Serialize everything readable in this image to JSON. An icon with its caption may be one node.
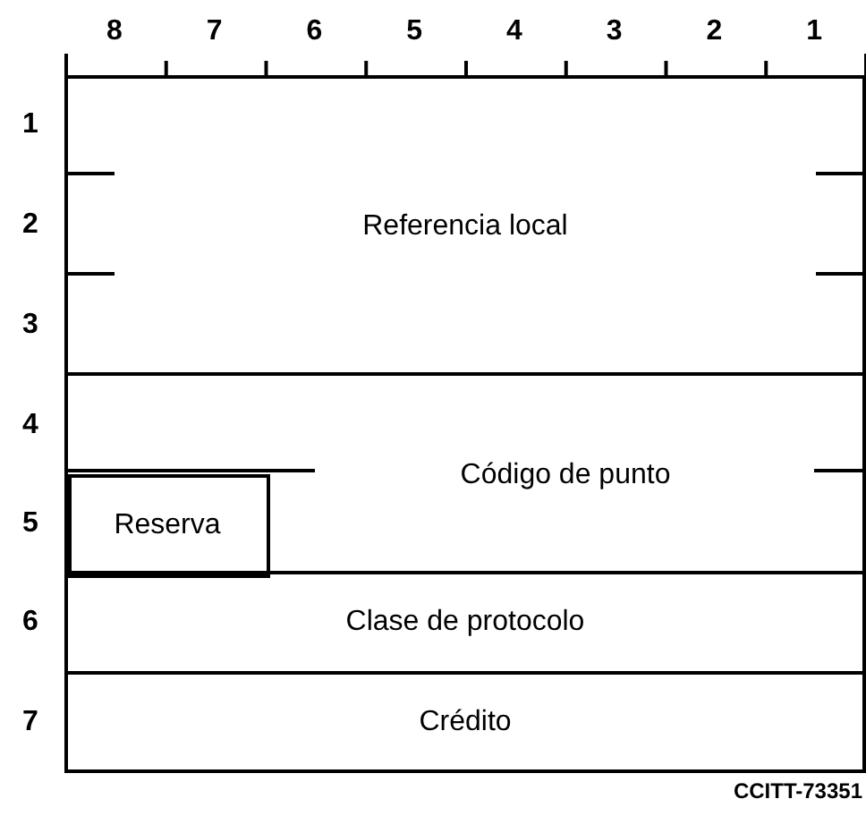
{
  "diagram": {
    "nodes": [
      {
        "text": [
          "Referencia local"
        ]
      },
      {
        "text": [
          "Código de punto"
        ]
      },
      {
        "text": [
          "Reserva"
        ],
        "in": 1
      },
      {
        "text": [
          "Clase de protocolo"
        ]
      },
      {
        "text": [
          "Crédito"
        ]
      }
    ],
    "labels": [
      "8",
      "7",
      "6",
      "5",
      "4",
      "3",
      "2",
      "1",
      "1",
      "2",
      "3",
      "4",
      "5",
      "6",
      "7",
      "CCITT-73351"
    ]
  }
}
